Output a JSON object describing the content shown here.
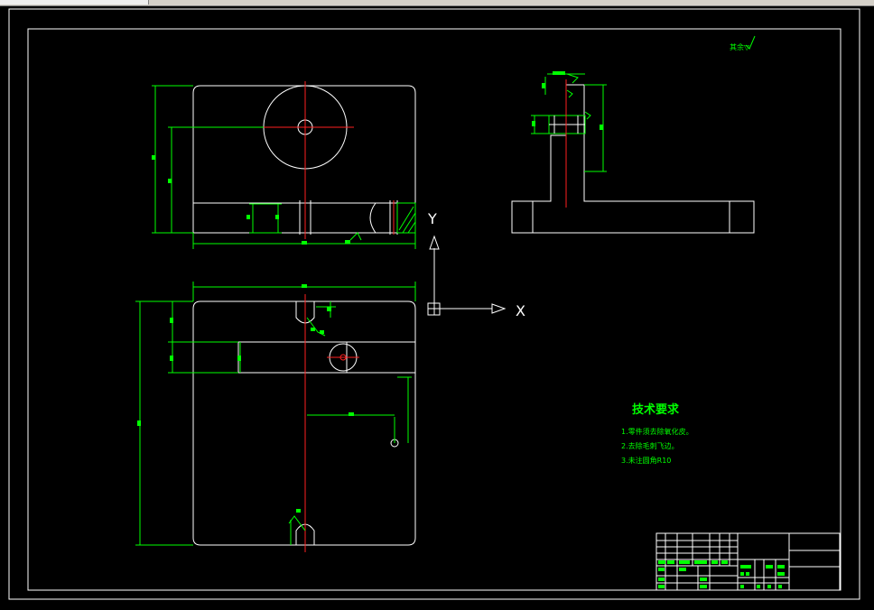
{
  "colors": {
    "background": "#000000",
    "outline": "#ffffff",
    "dimension": "#00ff00",
    "centerline": "#ff2020"
  },
  "roughness_symbol": "其余▽",
  "ucs": {
    "y_label": "Y",
    "x_label": "X"
  },
  "tech_requirements": {
    "title": "技术要求",
    "items": [
      "1.零件须去除氧化皮。",
      "2.去除毛刺飞边。",
      "3.未注圆角R10"
    ]
  },
  "title_block": {
    "icon": "title-block-grid"
  }
}
